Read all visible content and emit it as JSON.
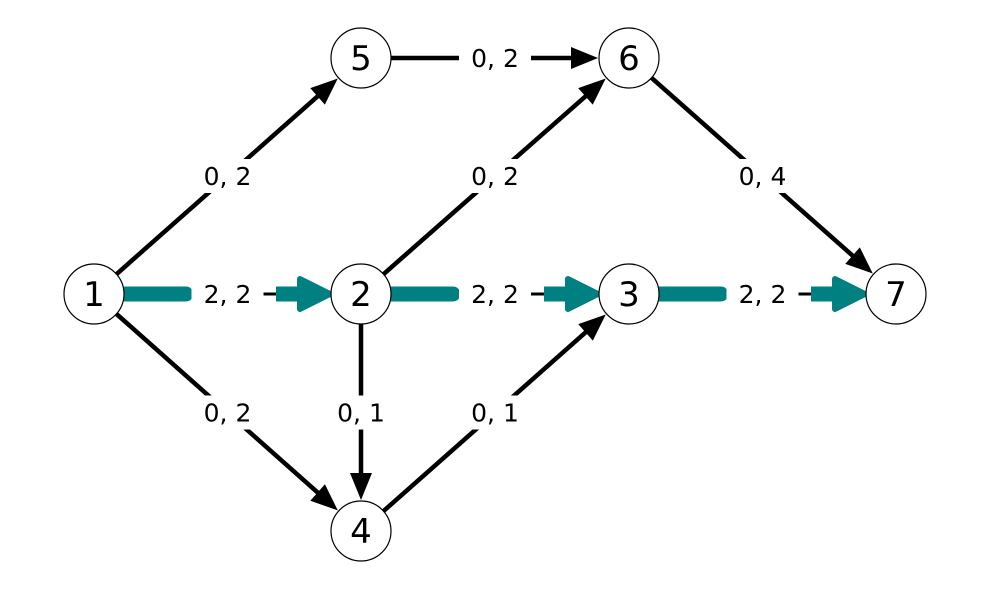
{
  "colors": {
    "edge": "#000000",
    "highlight": "#008080",
    "node_fill": "#ffffff",
    "node_stroke": "#000000"
  },
  "nodes": [
    {
      "id": "1",
      "label": "1"
    },
    {
      "id": "2",
      "label": "2"
    },
    {
      "id": "3",
      "label": "3"
    },
    {
      "id": "4",
      "label": "4"
    },
    {
      "id": "5",
      "label": "5"
    },
    {
      "id": "6",
      "label": "6"
    },
    {
      "id": "7",
      "label": "7"
    }
  ],
  "edges": [
    {
      "from": "1",
      "to": "5",
      "label": "0, 2",
      "highlighted": false
    },
    {
      "from": "5",
      "to": "6",
      "label": "0, 2",
      "highlighted": false
    },
    {
      "from": "2",
      "to": "6",
      "label": "0, 2",
      "highlighted": false
    },
    {
      "from": "6",
      "to": "7",
      "label": "0, 4",
      "highlighted": false
    },
    {
      "from": "1",
      "to": "4",
      "label": "0, 2",
      "highlighted": false
    },
    {
      "from": "2",
      "to": "4",
      "label": "0, 1",
      "highlighted": false
    },
    {
      "from": "4",
      "to": "3",
      "label": "0, 1",
      "highlighted": false
    },
    {
      "from": "1",
      "to": "2",
      "label": "2, 2",
      "highlighted": true
    },
    {
      "from": "2",
      "to": "3",
      "label": "2, 2",
      "highlighted": true
    },
    {
      "from": "3",
      "to": "7",
      "label": "2, 2",
      "highlighted": true
    }
  ]
}
